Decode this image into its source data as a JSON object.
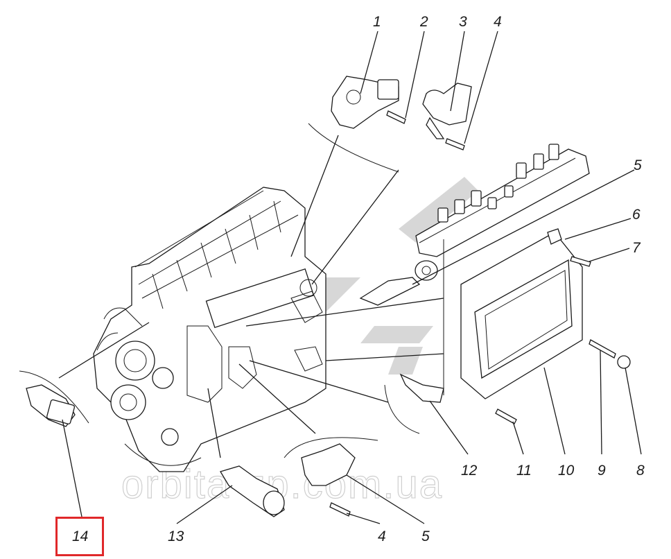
{
  "diagram": {
    "callouts": [
      {
        "id": "1",
        "label": "1"
      },
      {
        "id": "2",
        "label": "2"
      },
      {
        "id": "3",
        "label": "3"
      },
      {
        "id": "4a",
        "label": "4"
      },
      {
        "id": "5a",
        "label": "5"
      },
      {
        "id": "6",
        "label": "6"
      },
      {
        "id": "7",
        "label": "7"
      },
      {
        "id": "8",
        "label": "8"
      },
      {
        "id": "9",
        "label": "9"
      },
      {
        "id": "10",
        "label": "10"
      },
      {
        "id": "11",
        "label": "11"
      },
      {
        "id": "12",
        "label": "12"
      },
      {
        "id": "13",
        "label": "13"
      },
      {
        "id": "4b",
        "label": "4"
      },
      {
        "id": "5b",
        "label": "5"
      },
      {
        "id": "14",
        "label": "14"
      }
    ],
    "highlighted": "14"
  },
  "watermark": {
    "text": "orbita-zp.com.ua"
  },
  "colors": {
    "line": "#1a1a1a",
    "highlight": "#e0282a",
    "watermark": "#cfcfcf"
  }
}
